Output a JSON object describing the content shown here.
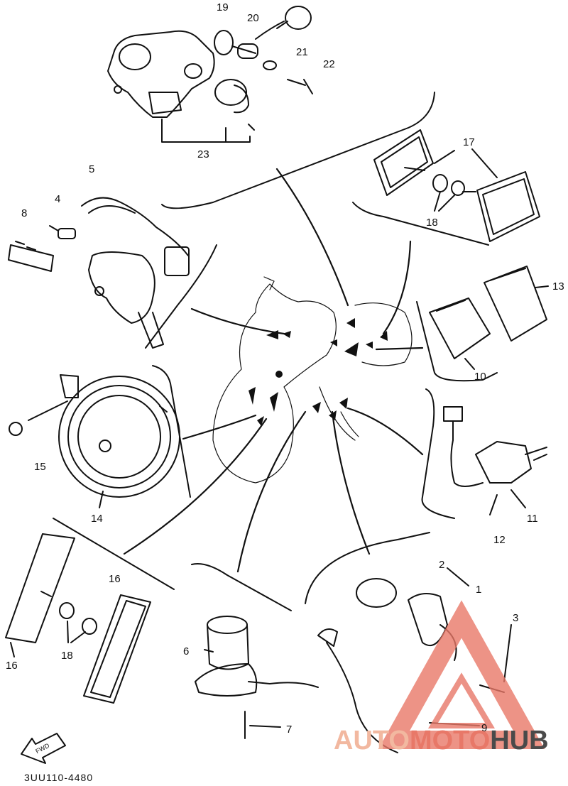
{
  "diagram": {
    "part_numbers": [
      "19",
      "20",
      "21",
      "22",
      "23",
      "17",
      "18",
      "5",
      "4",
      "8",
      "13",
      "10",
      "14",
      "15",
      "11",
      "12",
      "2",
      "1",
      "3",
      "6",
      "7",
      "9",
      "16",
      "16",
      "18"
    ],
    "drawing_code": "3UU110-4480",
    "fwd_label": "FWD"
  },
  "watermark": {
    "part1": "AUTO",
    "part2": "MOTO",
    "part3": "HUB",
    "colors": {
      "light": "#f2b8a0",
      "red": "#e87868",
      "dark": "#4a4a4a"
    }
  }
}
